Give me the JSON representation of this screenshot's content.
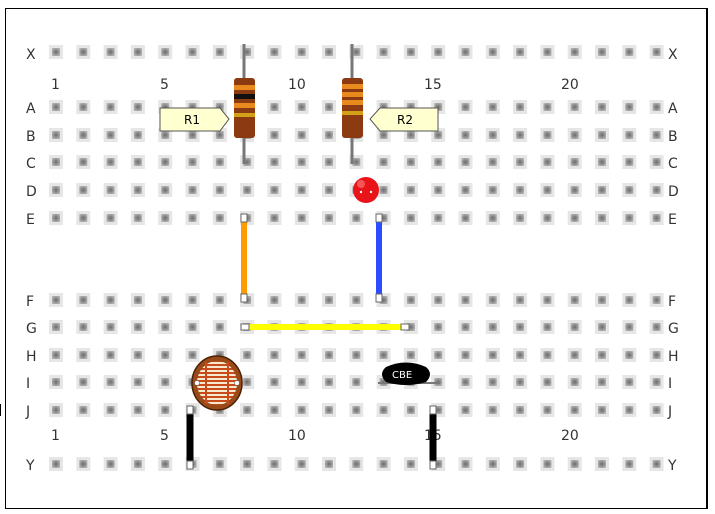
{
  "board": {
    "row_labels_top": [
      "X",
      "A",
      "B",
      "C",
      "D",
      "E"
    ],
    "row_labels_bottom": [
      "F",
      "G",
      "H",
      "I",
      "J",
      "Y"
    ],
    "column_numbers": [
      "1",
      "5",
      "10",
      "15",
      "20"
    ]
  },
  "components": {
    "r1": {
      "label": "R1",
      "bands": [
        "#e88a1e",
        "#111111",
        "#e88a1e",
        "#d4a017"
      ]
    },
    "r2": {
      "label": "R2",
      "bands": [
        "#e88a1e",
        "#e88a1e",
        "#e88a1e",
        "#d4a017"
      ]
    },
    "transistor": {
      "label": "CBE"
    }
  },
  "colors": {
    "wire_orange": "#ff9a00",
    "wire_blue": "#2b4dff",
    "wire_yellow": "#ffff00",
    "wire_black": "#000000",
    "led": "#e8141a",
    "resistor_body": "#8b3a12"
  }
}
